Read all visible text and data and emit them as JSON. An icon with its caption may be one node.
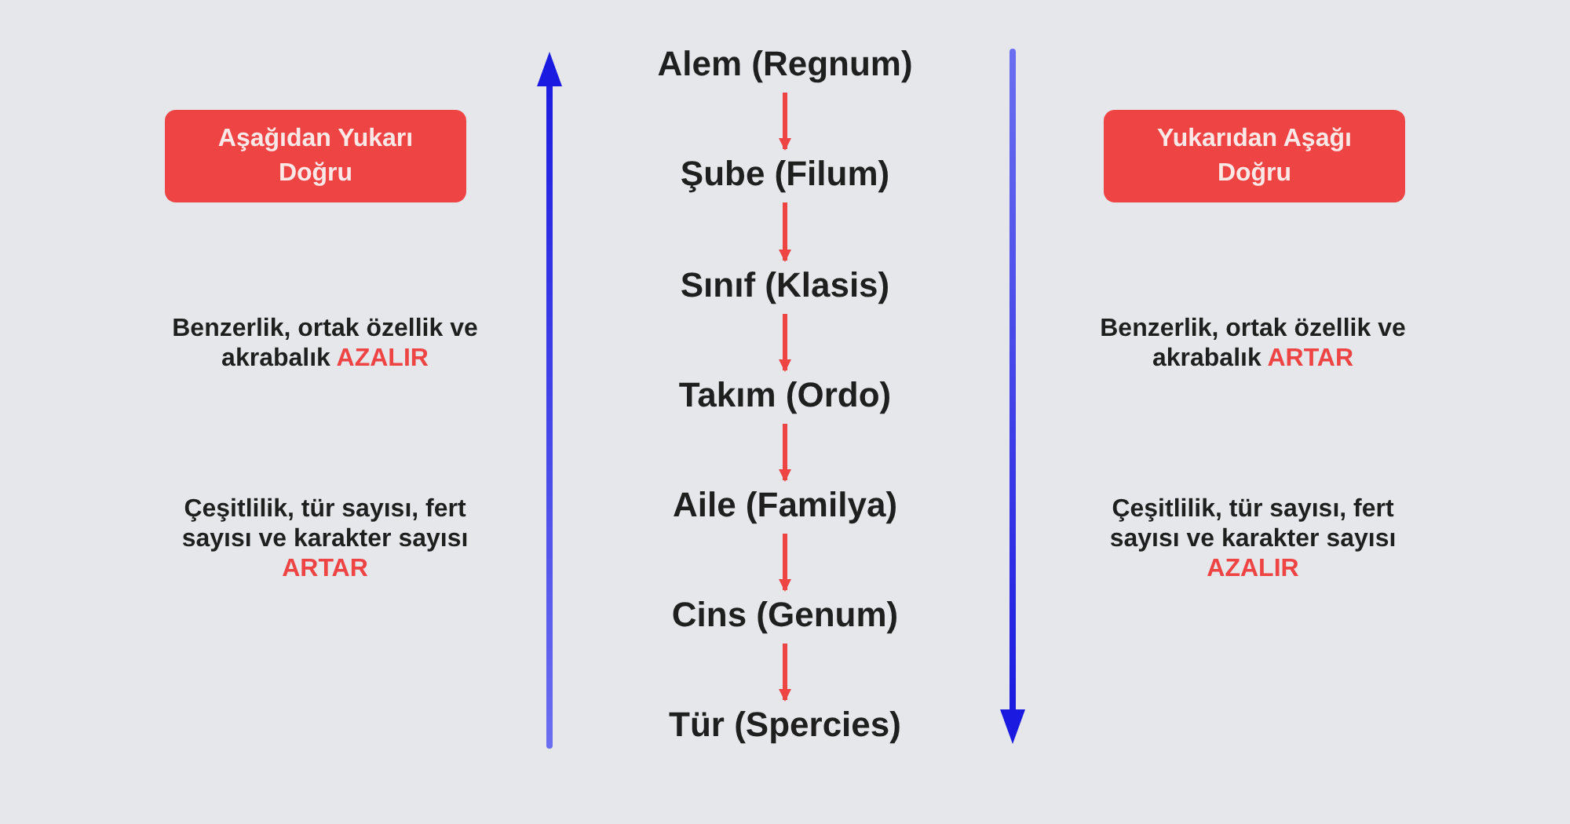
{
  "diagram": {
    "nodes": [
      {
        "text": [
          "Alem (Regnum)"
        ]
      },
      {
        "text": [
          "Şube (Filum)"
        ]
      },
      {
        "text": [
          "Sınıf (Klasis)"
        ]
      },
      {
        "text": [
          "Takım (Ordo)"
        ]
      },
      {
        "text": [
          "Aile (Familya)"
        ]
      },
      {
        "text": [
          "Cins (Genum)"
        ]
      },
      {
        "text": [
          "Tür (Spercies)"
        ]
      },
      {
        "text": [
          "Aşağıdan Yukarı Doğru"
        ]
      },
      {
        "text": [
          "Yukarıdan Aşağı Doğru"
        ]
      }
    ],
    "edges": [
      {
        "from": 0,
        "to": 1,
        "arrow": "to"
      },
      {
        "from": 1,
        "to": 2,
        "arrow": "to"
      },
      {
        "from": 2,
        "to": 3,
        "arrow": "to"
      },
      {
        "from": 3,
        "to": 4,
        "arrow": "to"
      },
      {
        "from": 4,
        "to": 5,
        "arrow": "to"
      },
      {
        "from": 5,
        "to": 6,
        "arrow": "to"
      }
    ],
    "labels": [
      "Benzerlik, ortak özellik ve akrabalık",
      "AZALIR",
      "Benzerlik, ortak özellik ve akrabalık",
      "ARTAR",
      "Çeşitlilik, tür sayısı, fert sayısı ve karakter sayısı",
      "ARTAR",
      "Çeşitlilik, tür sayısı, fert sayısı ve karakter sayısı",
      "AZALIR"
    ]
  }
}
